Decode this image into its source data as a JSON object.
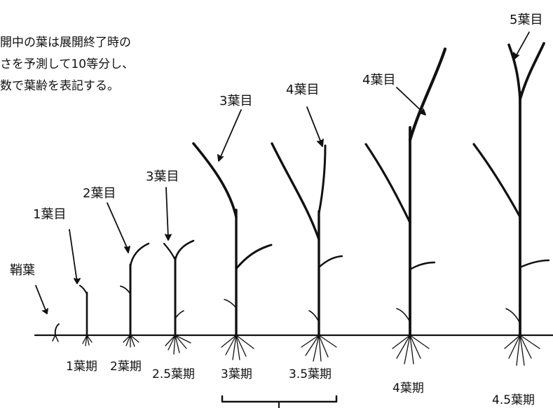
{
  "note": {
    "lines": [
      "開中の葉は展開終了時の",
      "さを予測して10等分し、",
      "数で葉齢を表記する。"
    ]
  },
  "leaf_labels": {
    "coleoptile": "鞘葉",
    "leaf1": "1葉目",
    "leaf2": "2葉目",
    "leaf3_small": "3葉目",
    "leaf3_large": "3葉目",
    "leaf4_a": "4葉目",
    "leaf4_b": "4葉目",
    "leaf5": "5葉目"
  },
  "stages": [
    "1葉期",
    "2葉期",
    "2.5葉期",
    "3葉期",
    "3.5葉期",
    "4葉期",
    "4.5葉期"
  ],
  "colors": {
    "ink": "#111111",
    "background": "#ffffff"
  }
}
